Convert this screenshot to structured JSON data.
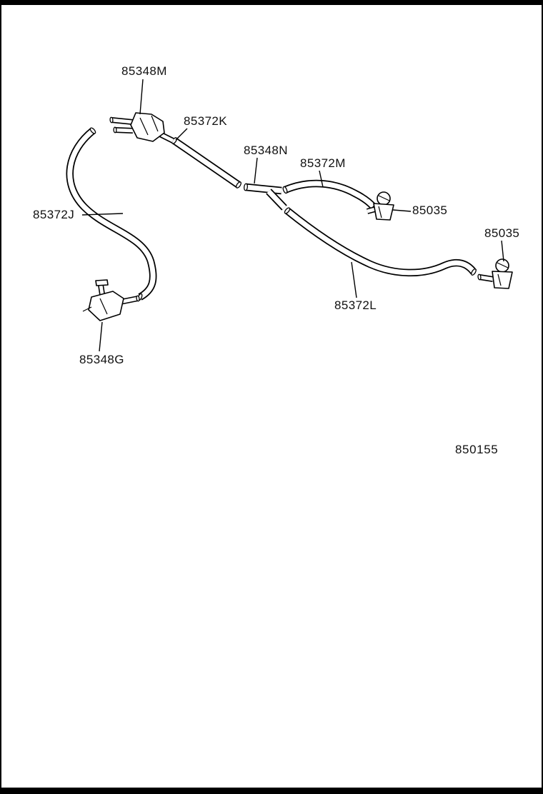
{
  "diagram": {
    "part_labels": [
      {
        "id": "85348M",
        "text": "85348M"
      },
      {
        "id": "85372K",
        "text": "85372K"
      },
      {
        "id": "85348N",
        "text": "85348N"
      },
      {
        "id": "85372M",
        "text": "85372M"
      },
      {
        "id": "85035-1",
        "text": "85035"
      },
      {
        "id": "85035-2",
        "text": "85035"
      },
      {
        "id": "85372J",
        "text": "85372J"
      },
      {
        "id": "85372L",
        "text": "85372L"
      },
      {
        "id": "85348G",
        "text": "85348G"
      }
    ],
    "figure_number": "850155",
    "colors": {
      "line": "#000000",
      "background": "#ffffff"
    }
  }
}
